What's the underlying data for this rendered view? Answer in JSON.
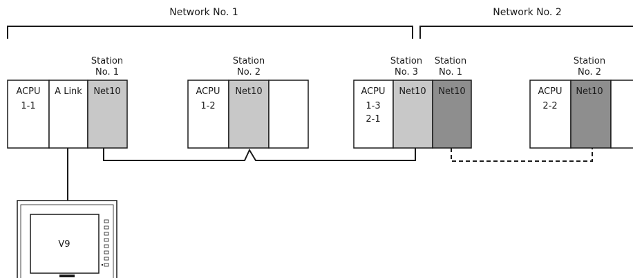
{
  "networks": [
    {
      "title": "Network No. 1"
    },
    {
      "title": "Network No. 2"
    }
  ],
  "stations": {
    "s1": {
      "line1": "Station",
      "line2": "No. 1"
    },
    "s2": {
      "line1": "Station",
      "line2": "No. 2"
    },
    "s3": {
      "line1": "Station",
      "line2": "No. 3"
    },
    "n2s1": {
      "line1": "Station",
      "line2": "No. 1"
    },
    "n2s2": {
      "line1": "Station",
      "line2": "No. 2"
    }
  },
  "plc1": {
    "cpu": {
      "line1": "ACPU",
      "line2": "1-1"
    },
    "alink": "A Link",
    "net": "Net10"
  },
  "plc2": {
    "cpu": {
      "line1": "ACPU",
      "line2": "1-2"
    },
    "net": "Net10"
  },
  "plc3": {
    "cpu": {
      "line1": "ACPU",
      "line2": "1-3",
      "line3": "2-1"
    },
    "net_a": "Net10",
    "net_b": "Net10"
  },
  "plc4": {
    "cpu": {
      "line1": "ACPU",
      "line2": "2-2"
    },
    "net": "Net10"
  },
  "hmi": {
    "label": "V9"
  },
  "colors": {
    "line": "#1a1a1a",
    "net_light": "#c8c8c8",
    "net_dark": "#8e8e8e",
    "background": "#ffffff"
  }
}
